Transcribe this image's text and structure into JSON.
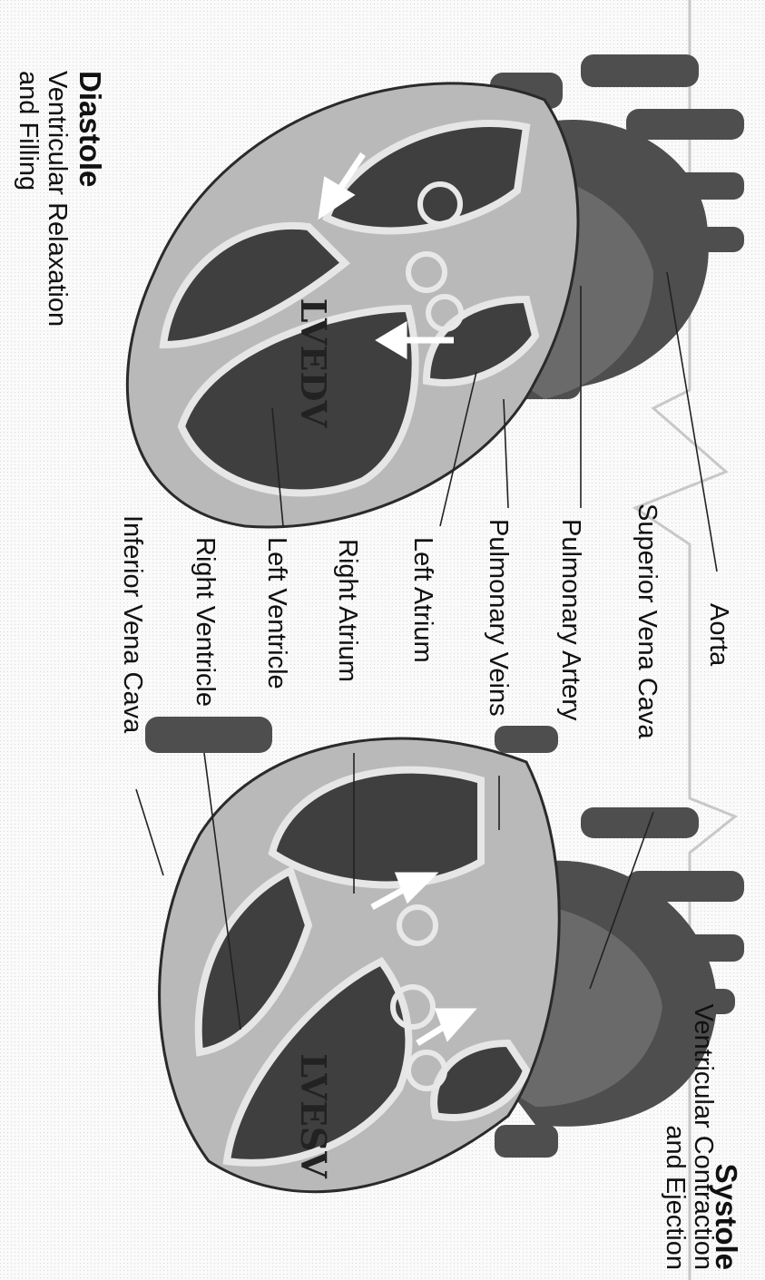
{
  "diastole": {
    "title": "Diastole",
    "subtitle_line1": "Ventricular Relaxation",
    "subtitle_line2": "and Filling",
    "ventricle_label": "LVEDV"
  },
  "systole": {
    "title": "Systole",
    "subtitle_line1": "Ventricular Contraction",
    "subtitle_line2": "and Ejection",
    "ventricle_label": "LVESV"
  },
  "structures": [
    "Aorta",
    "Superior Vena Cava",
    "Pulmonary Artery",
    "Pulmonary Veins",
    "Left Atrium",
    "Right Atrium",
    "Left Ventricle",
    "Right Ventricle",
    "Inferior Vena Cava"
  ],
  "colors": {
    "vessel": "#5a5a5a",
    "chamber": "#3f3f3f",
    "wall": "#cfcfcf",
    "outline": "#2a2a2a"
  }
}
